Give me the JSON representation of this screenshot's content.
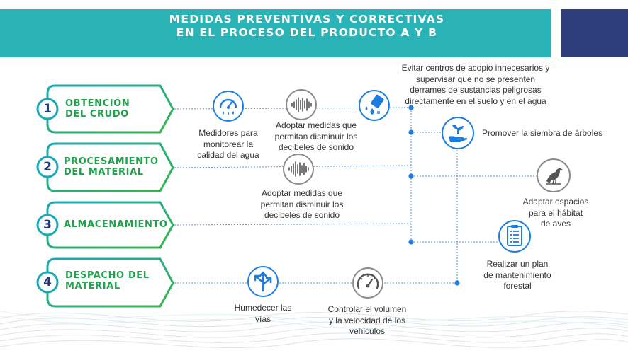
{
  "title": {
    "line1": "MEDIDAS PREVENTIVAS Y CORRECTIVAS",
    "line2": "EN EL PROCESO DEL PRODUCTO A Y B"
  },
  "colors": {
    "header": "#2ab3b7",
    "corner": "#2e3d7c",
    "accent_blue": "#1e7ee0",
    "label_green": "#22a24d",
    "number_navy": "#243a7c"
  },
  "steps": [
    {
      "number": "1",
      "line1": "OBTENCIÓN",
      "line2": "DEL CRUDO"
    },
    {
      "number": "2",
      "line1": "PROCESAMIENTO",
      "line2": "DEL MATERIAL"
    },
    {
      "number": "3",
      "line1": "ALMACENAMIENTO",
      "line2": ""
    },
    {
      "number": "4",
      "line1": "DESPACHO DEL",
      "line2": "MATERIAL"
    }
  ],
  "measures": {
    "water": {
      "icon": "water-gauge-icon",
      "l1": "Medidores para",
      "l2": "monitorear la",
      "l3": "calidad del agua"
    },
    "noise1": {
      "icon": "sound-wave-icon",
      "l1": "Adoptar medidas que",
      "l2": "permitan disminuir los",
      "l3": "decibeles de sonido"
    },
    "spill": {
      "icon": "spill-icon",
      "l1": "Evitar centros de acopio innecesarios y",
      "l2": "supervisar que no se presenten",
      "l3": "derrames de sustancias peligrosas",
      "l4": "directamente en el suelo y en el agua"
    },
    "trees": {
      "icon": "plant-hand-icon",
      "l1": "Promover la siembra de árboles"
    },
    "noise2": {
      "icon": "sound-wave-icon",
      "l1": "Adoptar medidas que",
      "l2": "permitan disminuir los",
      "l3": "decibeles de sonido"
    },
    "birds": {
      "icon": "bird-icon",
      "l1": "Adaptar espacios",
      "l2": "para el hábitat",
      "l3": "de aves"
    },
    "forest": {
      "icon": "checklist-icon",
      "l1": "Realizar un plan",
      "l2": "de mantenimiento",
      "l3": "forestal"
    },
    "roads": {
      "icon": "road-directions-icon",
      "l1": "Humedecer las",
      "l2": "vías"
    },
    "speed": {
      "icon": "speedometer-icon",
      "l1": "Controlar el volumen",
      "l2": "y la velocidad de los",
      "l3": "vehiculos"
    }
  }
}
